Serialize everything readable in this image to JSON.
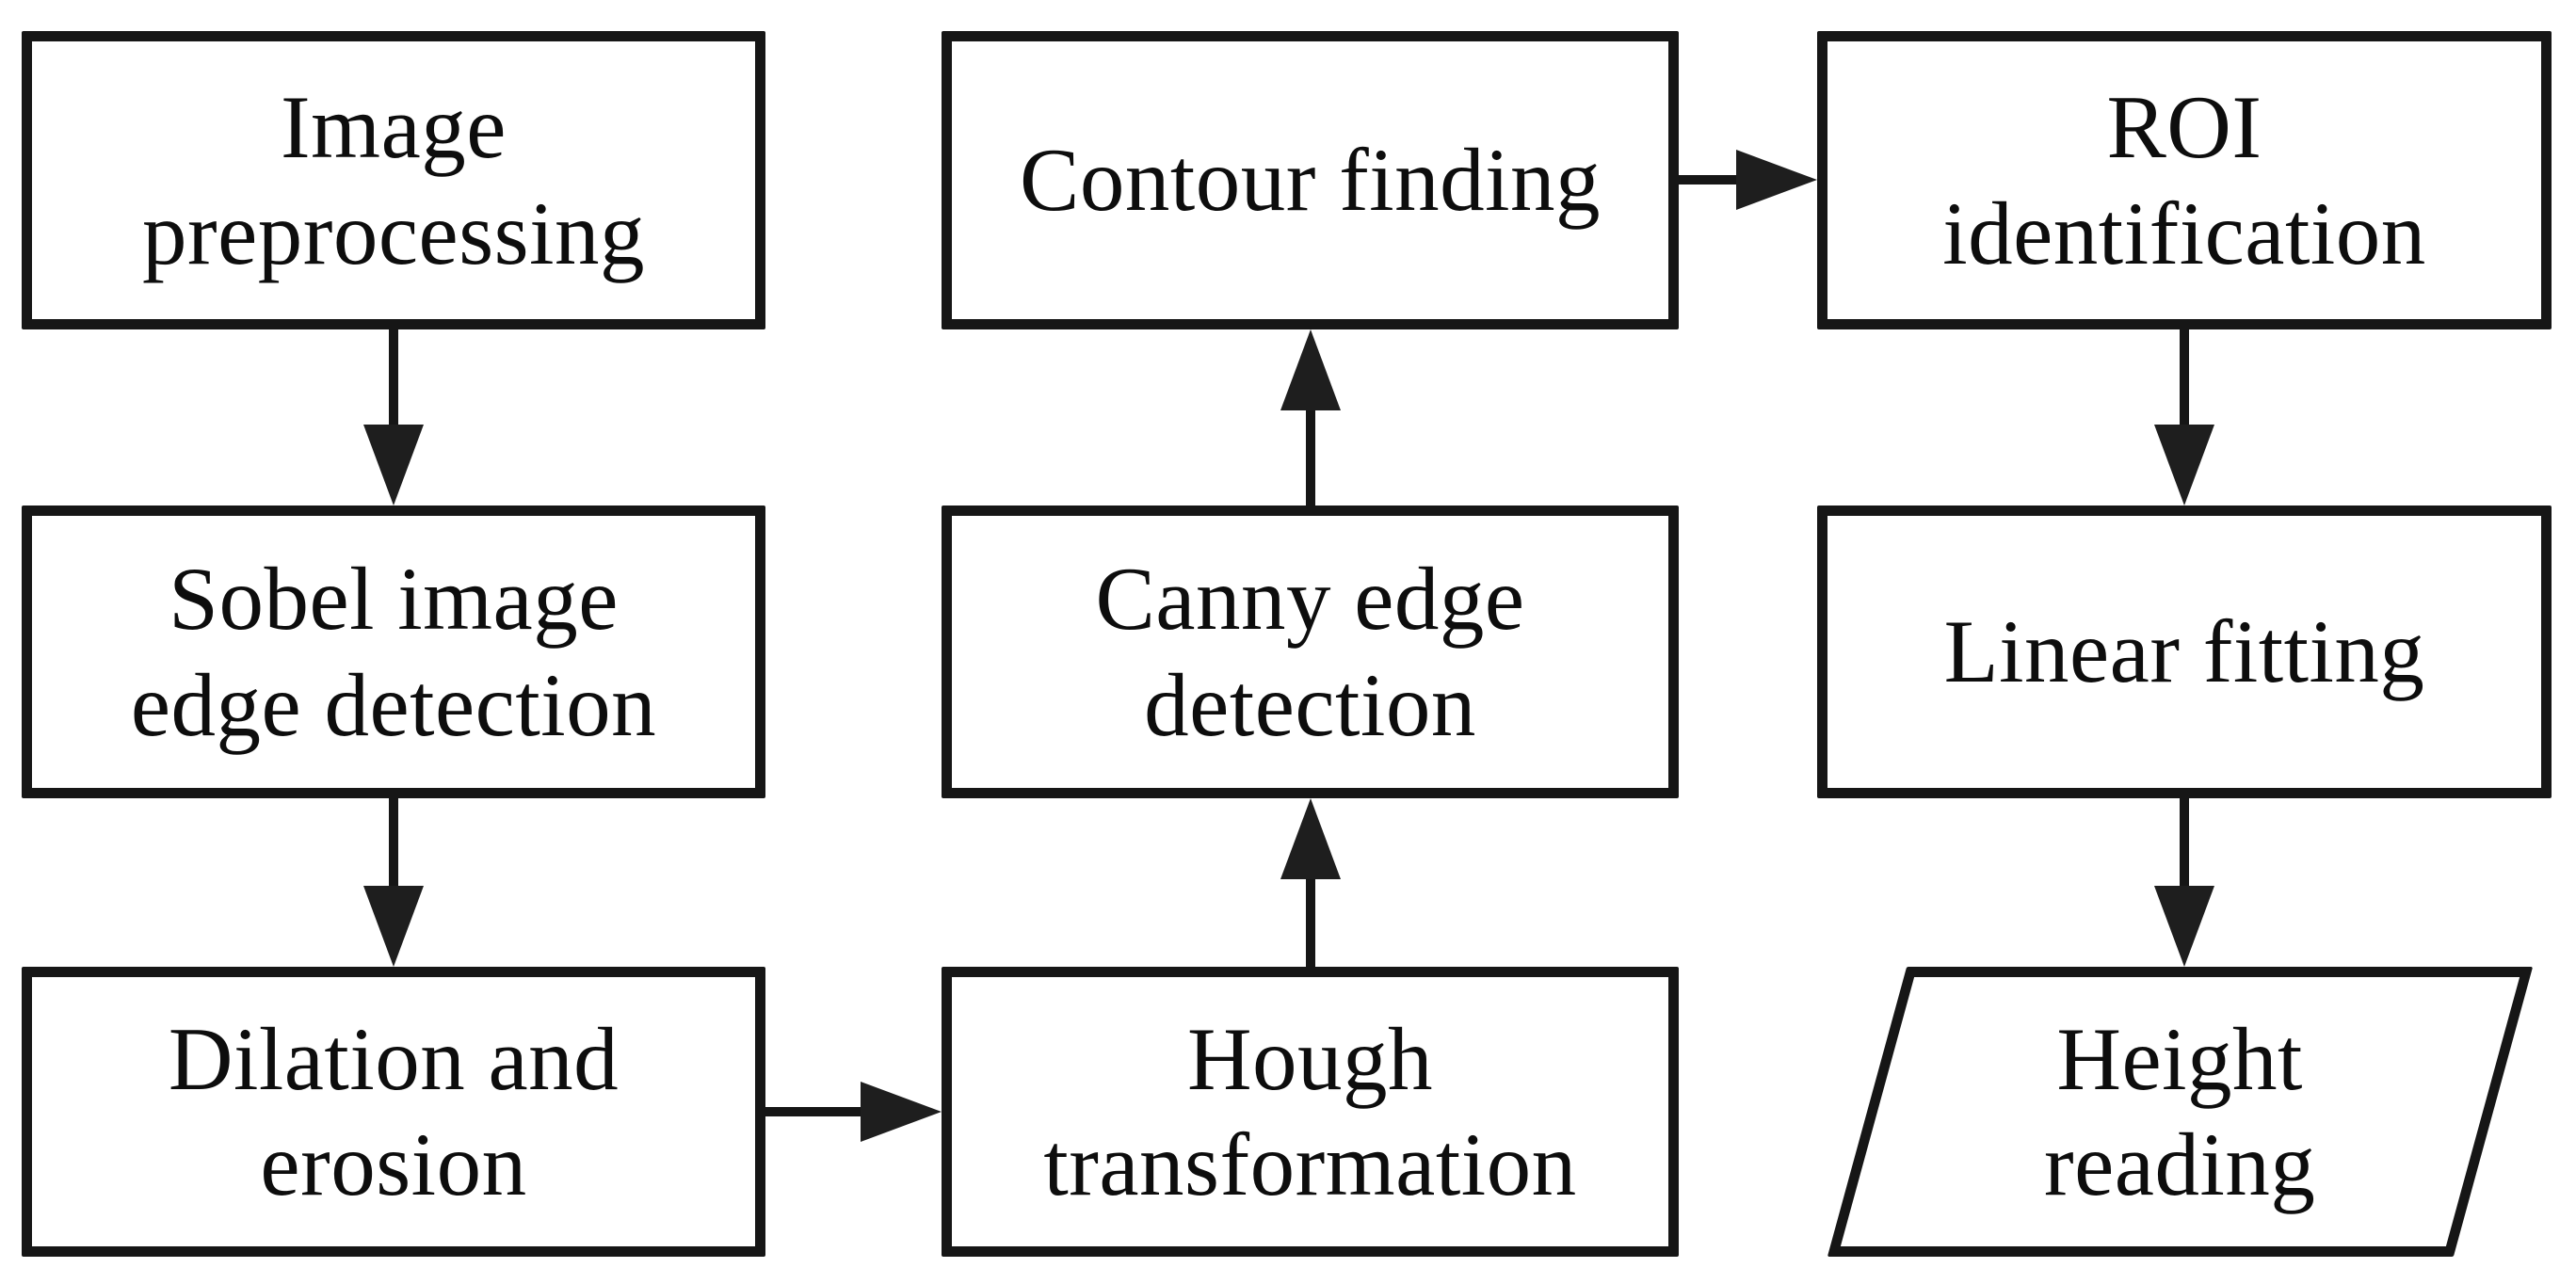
{
  "diagram": {
    "type": "flowchart",
    "background": "#ffffff",
    "stroke_color": "#161616",
    "text_color": "#0d0d0d",
    "arrowhead_color": "#1e1e1e",
    "nodes": [
      {
        "id": "image-preprocessing",
        "label": "Image\npreprocessing",
        "shape": "rectangle"
      },
      {
        "id": "sobel-image-edge-detection",
        "label": "Sobel image\nedge detection",
        "shape": "rectangle"
      },
      {
        "id": "dilation-and-erosion",
        "label": "Dilation and\nerosion",
        "shape": "rectangle"
      },
      {
        "id": "contour-finding",
        "label": "Contour finding",
        "shape": "rectangle"
      },
      {
        "id": "canny-edge-detection",
        "label": "Canny edge\ndetection",
        "shape": "rectangle"
      },
      {
        "id": "hough-transformation",
        "label": "Hough\ntransformation",
        "shape": "rectangle"
      },
      {
        "id": "roi-identification",
        "label": "ROI\nidentification",
        "shape": "rectangle"
      },
      {
        "id": "linear-fitting",
        "label": "Linear fitting",
        "shape": "rectangle"
      },
      {
        "id": "height-reading",
        "label": "Height\nreading",
        "shape": "parallelogram"
      }
    ],
    "edges": [
      {
        "from": "image-preprocessing",
        "to": "sobel-image-edge-detection",
        "direction": "down"
      },
      {
        "from": "sobel-image-edge-detection",
        "to": "dilation-and-erosion",
        "direction": "down"
      },
      {
        "from": "dilation-and-erosion",
        "to": "hough-transformation",
        "direction": "right"
      },
      {
        "from": "hough-transformation",
        "to": "canny-edge-detection",
        "direction": "up"
      },
      {
        "from": "canny-edge-detection",
        "to": "contour-finding",
        "direction": "up"
      },
      {
        "from": "contour-finding",
        "to": "roi-identification",
        "direction": "right"
      },
      {
        "from": "roi-identification",
        "to": "linear-fitting",
        "direction": "down"
      },
      {
        "from": "linear-fitting",
        "to": "height-reading",
        "direction": "down"
      }
    ]
  }
}
